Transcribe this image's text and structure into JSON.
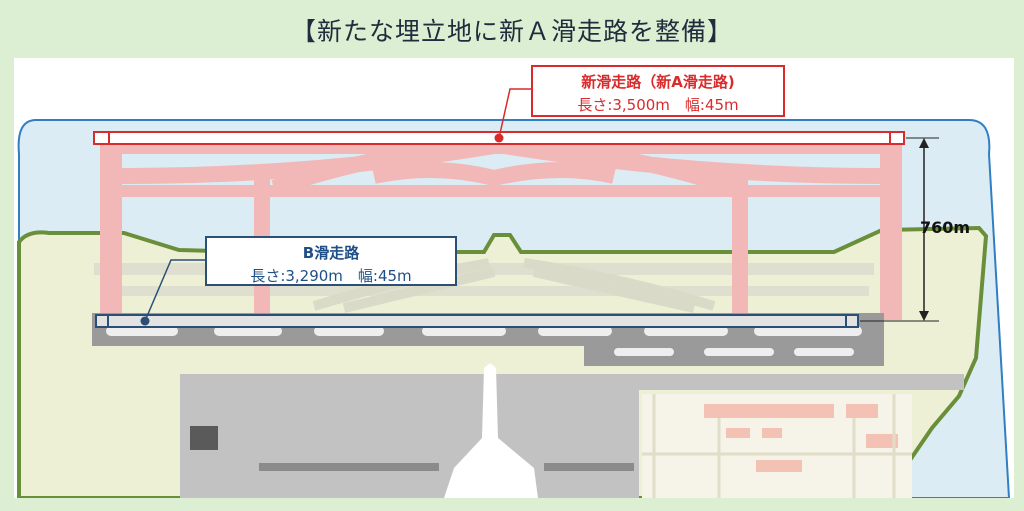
{
  "title": "【新たな埋立地に新Ａ滑走路を整備】",
  "new_runway": {
    "name": "新滑走路（新A滑走路)",
    "specs": "長さ:3,500m　幅:45m",
    "color": "#d92b2b"
  },
  "b_runway": {
    "name": "B滑走路",
    "specs": "長さ:3,290m　幅:45m",
    "color": "#2b4f75"
  },
  "separation": "760m",
  "colors": {
    "sea": "#dcecf5",
    "reclaimed_land": "#eef0d6",
    "coastline": "#6a8f3a",
    "seawall": "#2f7fc2",
    "new_taxiway": "#f2b8b8",
    "existing_pavement": "#9a9a9a",
    "buildings": "#f4c2b4",
    "background": "#dcefd2"
  }
}
